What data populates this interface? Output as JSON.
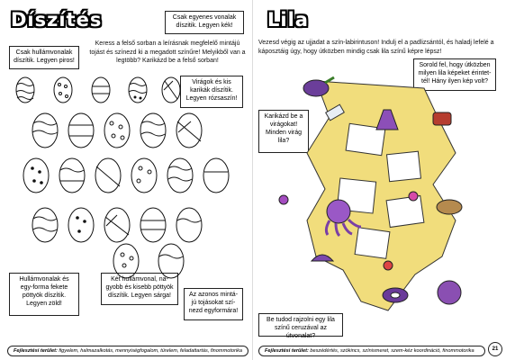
{
  "left": {
    "title": "Díszítés",
    "box_top_right": "Csak egyenes vonalak díszitik. Legyen kék!",
    "box_top_left": "Csak hullámvonalak díszítik. Legyen piros!",
    "instruction": "Keress a felső sorban a leírásnak megfelelő mintájú tojást és színezd ki a megadott színűre! Melyikből van a legtöbb? Karikázd be a felső sorban!",
    "box_mid_right": "Virágok és kis karikák díszítik. Legyen rózsaszín!",
    "box_bottom_left": "Hullámvonalak és egy-forma fekete pöttyök díszítik. Legyen zöld!",
    "box_bottom_center": "Két hullámvonal, na-gyobb és kisebb pöttyök díszítik. Legyen sárga!",
    "box_bottom_right": "Az azonos mintá-jú tojásokat szí-nezd egyformára!",
    "footer_label": "Fejlesztési terület:",
    "footer_text": "figyelem, halmazalkotás, mennyiségfogalom, türelem, feladattartás, finommotorika"
  },
  "right": {
    "title": "Lila",
    "instruction": "Vezesd végig az ujjadat a szín-labirintuson! Indulj el a padlizsántól, és haladj lefelé a káposztáig úgy, hogy útközben mindig csak lila színű képre lépsz!",
    "box_top_right": "Sorold fel, hogy útközben milyen lila képeket érintet-tél! Hány ilyen kép volt?",
    "box_left": "Karikázd be a virágokat! Minden virág lila?",
    "box_bottom": "Be tudod rajzolni egy lila színű ceruzával az útvonalat?",
    "footer_label": "Fejlesztési terület:",
    "footer_text": "beszédértés, szókincs, színismeret, szem-kéz koordináció, finommotorika",
    "page_number": "21"
  }
}
